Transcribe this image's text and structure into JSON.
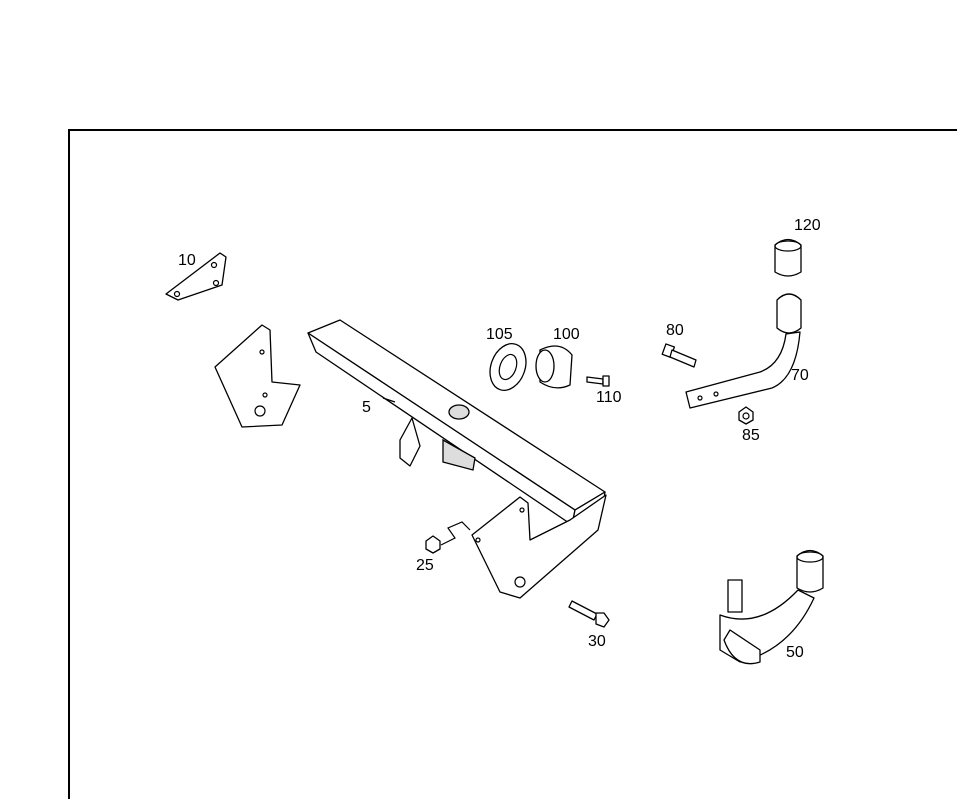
{
  "diagram": {
    "callouts": [
      {
        "id": "10",
        "label": "10"
      },
      {
        "id": "5",
        "label": "5"
      },
      {
        "id": "105",
        "label": "105"
      },
      {
        "id": "100",
        "label": "100"
      },
      {
        "id": "110",
        "label": "110"
      },
      {
        "id": "80",
        "label": "80"
      },
      {
        "id": "120",
        "label": "120"
      },
      {
        "id": "70",
        "label": "70"
      },
      {
        "id": "85",
        "label": "85"
      },
      {
        "id": "25",
        "label": "25"
      },
      {
        "id": "30",
        "label": "30"
      },
      {
        "id": "50",
        "label": "50"
      }
    ]
  }
}
